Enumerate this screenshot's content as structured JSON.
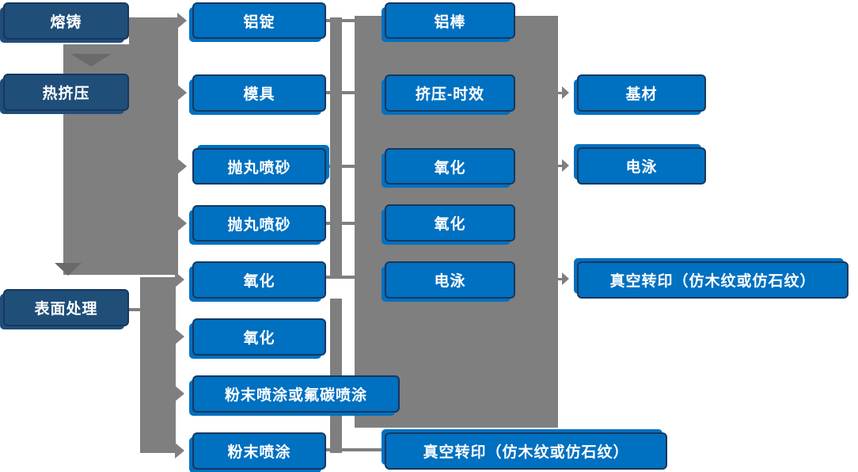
{
  "colors": {
    "node_fill": "#0070C0",
    "node_fill_dark": "#1F4E79",
    "node_border": "#17375E",
    "connector_gray": "#7F7F7F",
    "text": "#FFFFFF",
    "background": "#FFFFFF"
  },
  "nodes": {
    "melting": {
      "label": "熔铸"
    },
    "hot_extrusion": {
      "label": "热挤压"
    },
    "surface_treatment": {
      "label": "表面处理"
    },
    "aluminum_ingot": {
      "label": "铝锭"
    },
    "mold": {
      "label": "模具"
    },
    "shot_blasting_1": {
      "label": "抛丸喷砂"
    },
    "shot_blasting_2": {
      "label": "抛丸喷砂"
    },
    "oxidation_1": {
      "label": "氧化"
    },
    "oxidation_2": {
      "label": "氧化"
    },
    "powder_or_fluorocarbon": {
      "label": "粉末喷涂或氟碳喷涂"
    },
    "powder_coating": {
      "label": "粉末喷涂"
    },
    "aluminum_rod": {
      "label": "铝棒"
    },
    "extrusion_aging": {
      "label": "挤压-时效"
    },
    "oxidation_3": {
      "label": "氧化"
    },
    "oxidation_4": {
      "label": "氧化"
    },
    "electrophoresis_1": {
      "label": "电泳"
    },
    "vacuum_transfer_1": {
      "label": "真空转印（仿木纹或仿石纹）"
    },
    "substrate": {
      "label": "基材"
    },
    "electrophoresis_2": {
      "label": "电泳"
    },
    "vacuum_transfer_2": {
      "label": "真空转印（仿木纹或仿石纹）"
    }
  },
  "edges": [
    {
      "from": "melting",
      "to": "hot_extrusion"
    },
    {
      "from": "hot_extrusion",
      "to": "surface_treatment"
    },
    {
      "from": "melting",
      "to": "aluminum_ingot"
    },
    {
      "from": "hot_extrusion",
      "to": "mold"
    },
    {
      "from": "hot_extrusion",
      "to": "shot_blasting_1"
    },
    {
      "from": "hot_extrusion",
      "to": "shot_blasting_2"
    },
    {
      "from": "hot_extrusion",
      "to": "oxidation_1"
    },
    {
      "from": "surface_treatment",
      "to": "oxidation_2"
    },
    {
      "from": "surface_treatment",
      "to": "powder_or_fluorocarbon"
    },
    {
      "from": "surface_treatment",
      "to": "powder_coating"
    },
    {
      "from": "aluminum_ingot",
      "to": "aluminum_rod"
    },
    {
      "from": "mold",
      "to": "extrusion_aging"
    },
    {
      "from": "shot_blasting_1",
      "to": "oxidation_3"
    },
    {
      "from": "shot_blasting_2",
      "to": "oxidation_4"
    },
    {
      "from": "oxidation_1",
      "to": "electrophoresis_1"
    },
    {
      "from": "powder_coating",
      "to": "vacuum_transfer_1"
    },
    {
      "from": "extrusion_aging",
      "to": "substrate"
    },
    {
      "from": "oxidation_3",
      "to": "electrophoresis_2"
    },
    {
      "from": "electrophoresis_1",
      "to": "vacuum_transfer_2"
    }
  ]
}
